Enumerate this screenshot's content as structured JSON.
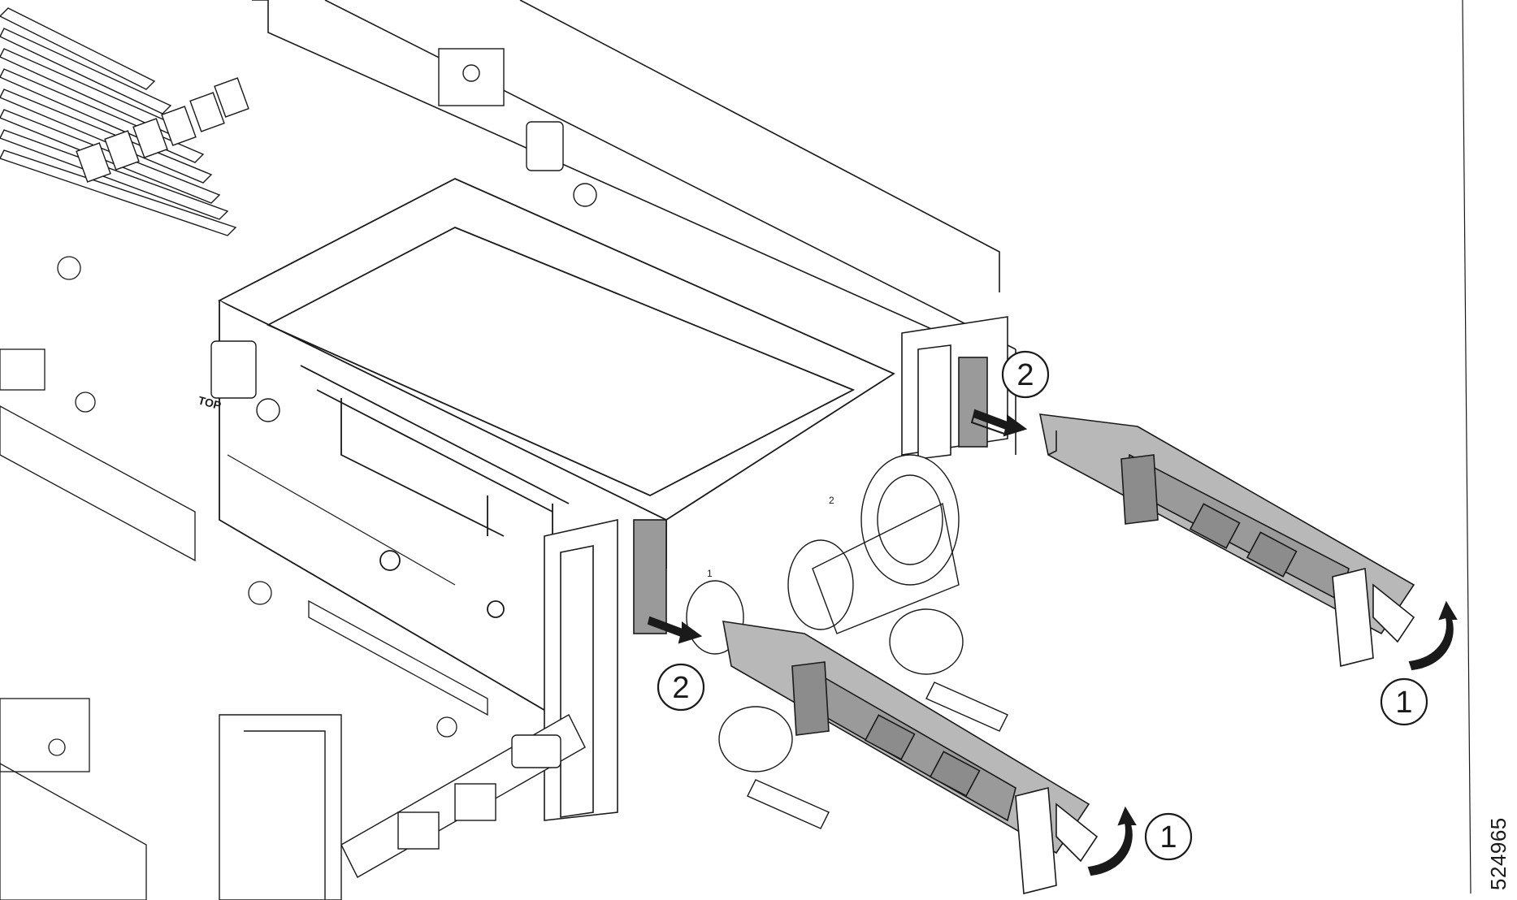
{
  "figure": {
    "id_label": "524965"
  },
  "callouts": [
    {
      "label": "2",
      "meaning": "slide-out-arrow"
    },
    {
      "label": "2",
      "meaning": "slide-out-arrow"
    },
    {
      "label": "1",
      "meaning": "open-latch-arrow"
    },
    {
      "label": "1",
      "meaning": "open-latch-arrow"
    }
  ],
  "stamped_text": {
    "top_label": "TOP",
    "slot_label_1": "1",
    "slot_label_2": "2"
  },
  "colors": {
    "line": "#1a1a1a",
    "module_fill": "#b8b8b8",
    "module_dark": "#8c8c8c",
    "highlight_fill": "#9a9a9a",
    "background": "#ffffff"
  }
}
